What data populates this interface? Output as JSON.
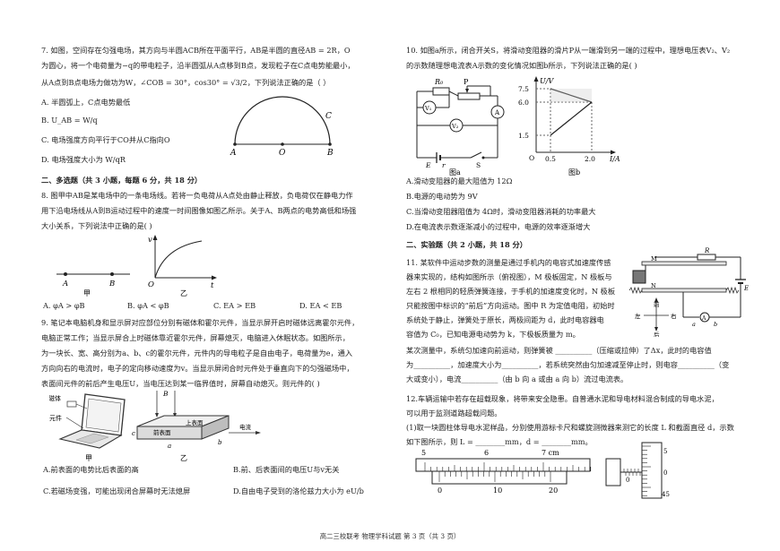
{
  "left": {
    "q7": {
      "l1": "7. 如图，空间存在匀强电场，其方向与半圆ACB所在平面平行，AB是半圆的直径AB = 2R，O",
      "l2": "为圆心，将一个电荷量为−q的带电粒子，沿半圆弧从A点移到B点，发现粒子在C点电势能最小，",
      "l3": "从A点到B点电场力做功为W，∠COB = 30°，cos30° = √3/2，下列说法正确的是（   ）",
      "a": "A.  半圆弧上，C点电势最低",
      "b": "B.  U_AB = W/q",
      "c": "C.  电场强度方向平行于CO并从C指向O",
      "d": "D.  电场强度大小为 W/qR",
      "fig": {
        "A": "A",
        "O": "O",
        "B": "B",
        "C": "C"
      }
    },
    "sec2": "二、多选题（共 3 小题，每题 6 分，共 18 分）",
    "q8": {
      "l1": "8. 图甲中AB是某电场中的一条电场线。若将一负电荷从A点处由静止释放，负电荷仅在静电力作",
      "l2": "用下沿电场线从A到B运动过程中的速度一时间图像如图乙所示。关于A、B两点的电势高低和场强",
      "l3": "大小关系，下列说法中正确的是(     )",
      "fig_jia_A": "A",
      "fig_jia_B": "B",
      "fig_jia": "甲",
      "fig_yi_v": "v",
      "fig_yi_O": "O",
      "fig_yi_t": "t",
      "fig_yi": "乙",
      "a": "A.  φA > φB",
      "b": "B.  φA < φB",
      "c": "C.  EA > EB",
      "d": "D.  EA < EB"
    },
    "q9": {
      "l1": "9. 笔记本电脑机身和显示屏对应部位分别有磁体和霍尔元件，当显示屏开启时磁体远离霍尔元件，",
      "l2": "电脑正常工作；当显示屏合上时磁体靠近霍尔元件，屏幕熄灭，电脑进入休眠状态。如图所示，",
      "l3": "为一块长、宽、高分别为a、b、c的霍尔元件，元件内的导电粒子是自由电子，电荷量为e，通入",
      "l4": "方向向右的电流时，电子的定向移动速度为v。当显示屏闭合时元件处于垂直向下的匀强磁场中，",
      "l5": "表面间元件的前后产生电压U，当电压达到某一临界值时，屏幕自动熄灭。则元件的(     )",
      "fig_magnet": "磁体",
      "fig_hall": "霍尔元件",
      "fig_B": "B",
      "fig_top": "上表面",
      "fig_front": "前表面",
      "fig_current": "电流",
      "fig_a": "a",
      "fig_b": "b",
      "fig_c": "c",
      "fig_jia": "甲",
      "fig_yi": "乙",
      "a": "A.前表面的电势比后表面的高",
      "b": "B.前、后表面间的电压U与v无关",
      "c": "C.若磁场变强，可能出现闭合屏幕时无法熄屏",
      "d": "D.自由电子受到的洛伦兹力大小为 eU/b"
    }
  },
  "right": {
    "q10": {
      "l1": "10. 如图a所示，闭合开关S，将滑动变阻器的滑片P从一端滑到另一端的过程中，理想电压表V₂、V₂",
      "l2": "的示数随理想电流表A示数的变化情况如图b所示，下列说法正确的是(     )",
      "fig_R0": "R₀",
      "fig_P": "P",
      "fig_V1": "V₁",
      "fig_V2": "V₂",
      "fig_A": "A",
      "fig_E": "E",
      "fig_r": "r",
      "fig_S": "S",
      "fig_a": "图a",
      "fig_b": "图b",
      "fig_UV": "U/V",
      "fig_IA": "I/A",
      "fig_O": "O",
      "y_ticks": [
        "7.5",
        "6.0",
        "1.5"
      ],
      "x_ticks": [
        "0.5",
        "2.0"
      ],
      "a": "A.滑动变阻器的最大阻值为 12Ω",
      "b": "B.电源的电动势为 9V",
      "c": "C.当滑动变阻器阻值为 4Ω时，滑动变阻器消耗的功率最大",
      "d": "D.在电流表示数逐渐减小的过程中，电源的效率逐渐增大"
    },
    "sec3": "二、实验题（共 2 小题，共 18 分）",
    "q11": {
      "l1": "11. 某软件中运动步数的测量是通过手机内的电容式加速度传感",
      "l2": "器来实现的，结构如图所示（俯视图），M 极板固定，N 极板与",
      "l3": "左右 2 根相同的轻质弹簧连接，于手机的加速度变化时，N 极板",
      "l4": "只能按图中标识的“前后”方向运动。图中 R 为定值电阻，初始时",
      "l5": "系统处于静止，弹簧处于原长，两极间距为 d，此时电容器电",
      "l6": "容值为 C₀，已知电源电动势为 k，下极板质量为 m。",
      "l7": "某次测量中，系统匀加速向前运动，则弹簧被 __________（压缩或拉伸）了Δx，此时的电容值",
      "l8": "为__________，加速度大小为__________，若系统突然由匀加速减至停止时，则电容__________（变",
      "l9": "大或变小），电流__________（由 b 向 a 或由 a 向 b）流过电流表。",
      "fig_M": "M",
      "fig_N": "N",
      "fig_R": "R",
      "fig_E": "E",
      "fig_front": "前",
      "fig_back": "后",
      "fig_left": "左",
      "fig_right": "右",
      "fig_a": "a",
      "fig_b": "b",
      "fig_A": "A"
    },
    "q12": {
      "l1": "12.车辆运输中若存在超载现象，将带来安全隐患。自普通水泥和导电材料混合制成的导电水泥，",
      "l2": "可以用于监测道路超载问题。",
      "l3": "(1)取一块圆柱体导电水泥样品，分别使用游标卡尺和螺旋测微器来测它的长度 L 和截面直径 d，示数",
      "l4": "如下图所示，则 L = ________mm，d = ________mm。",
      "main_ticks": [
        "5",
        "6",
        "7 cm"
      ],
      "vernier_ticks": [
        "0",
        "10",
        "20"
      ],
      "mic_ticks": [
        "5",
        "0",
        "45"
      ],
      "mic_zero": "0"
    }
  },
  "footer": "高二三校联考  物理学科试题  第 3 页（共 3 页）"
}
